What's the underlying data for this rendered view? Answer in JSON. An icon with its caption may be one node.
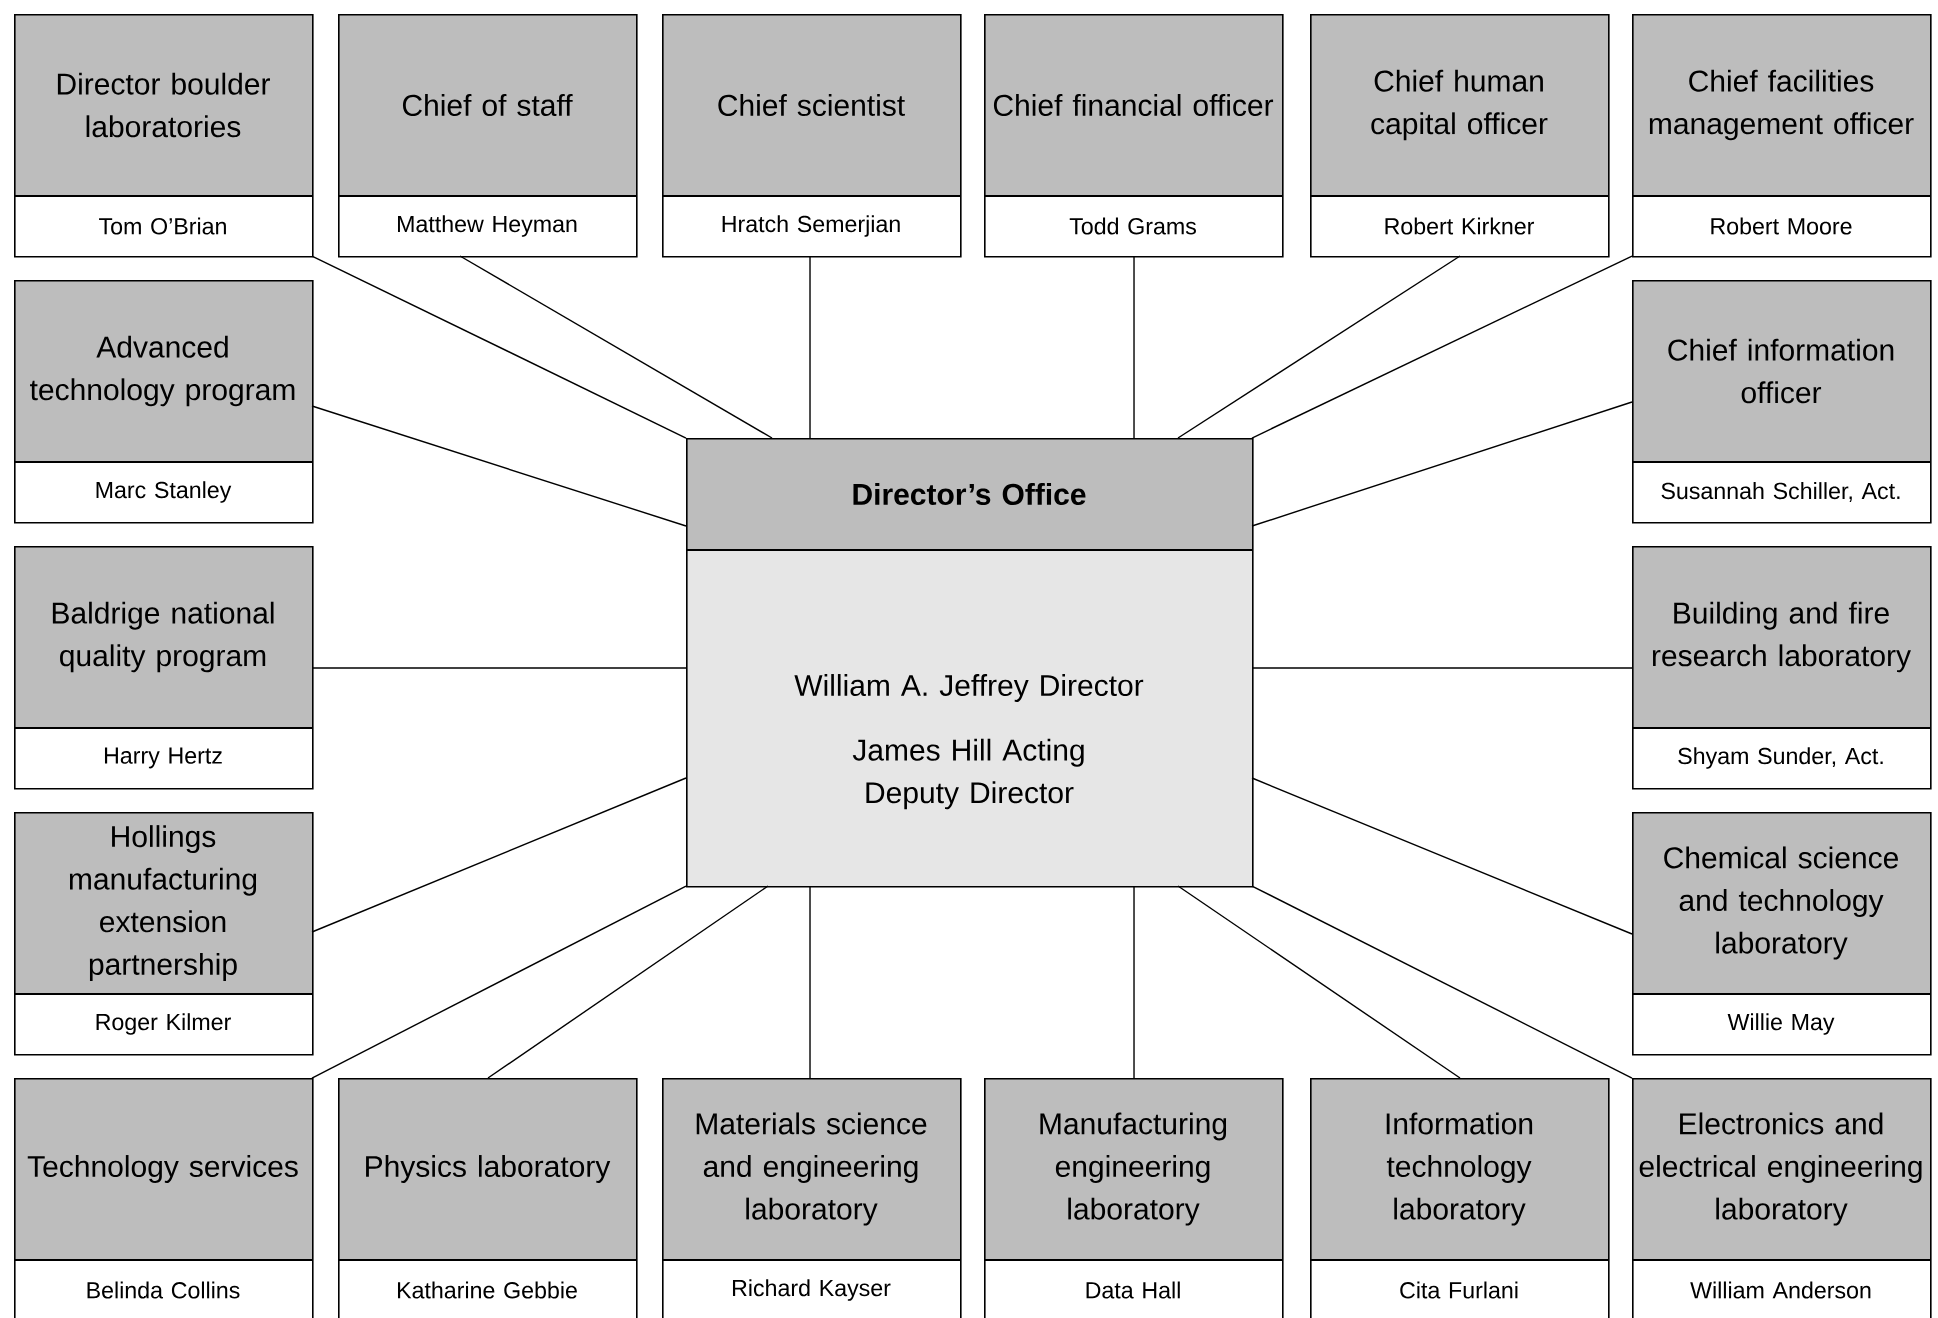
{
  "diagram": {
    "nodes": [
      {
        "text": [
          "Director boulder laboratories",
          "Tom O’Brian"
        ]
      },
      {
        "text": [
          "Chief of staff",
          "Matthew Heyman"
        ]
      },
      {
        "text": [
          "Chief scientist",
          "Hratch Semerjian"
        ]
      },
      {
        "text": [
          "Chief financial officer",
          "Todd Grams"
        ]
      },
      {
        "text": [
          "Chief human capital officer",
          "Robert Kirkner"
        ]
      },
      {
        "text": [
          "Chief facilities management officer",
          "Robert Moore"
        ]
      },
      {
        "text": [
          "Advanced technology program",
          "Marc Stanley"
        ]
      },
      {
        "text": [
          "Director’s Office",
          "William A. Jeffrey Director",
          "James Hill Acting Deputy Director"
        ]
      },
      {
        "text": [
          "Chief information officer",
          "Susannah Schiller, Act."
        ]
      },
      {
        "text": [
          "Baldrige national quality program",
          "Harry Hertz"
        ]
      },
      {
        "text": [
          "Building and fire research laboratory",
          "Shyam Sunder, Act."
        ]
      },
      {
        "text": [
          "Hollings manufacturing extension partnership",
          "Roger Kilmer"
        ]
      },
      {
        "text": [
          "Chemical science and technology laboratory",
          "Willie May"
        ]
      },
      {
        "text": [
          "Technology services",
          "Belinda Collins"
        ]
      },
      {
        "text": [
          "Physics laboratory",
          "Katharine Gebbie"
        ]
      },
      {
        "text": [
          "Materials science and engineering laboratory",
          "Richard Kayser"
        ]
      },
      {
        "text": [
          "Manufacturing engineering laboratory",
          "Data Hall"
        ]
      },
      {
        "text": [
          "Information technology laboratory",
          "Cita Furlani"
        ]
      },
      {
        "text": [
          "Electronics and electrical engineering laboratory",
          "William Anderson"
        ]
      }
    ],
    "edges": [
      {
        "from": 7,
        "to": 0,
        "arrow": "none"
      },
      {
        "from": 7,
        "to": 1,
        "arrow": "none"
      },
      {
        "from": 7,
        "to": 2,
        "arrow": "none"
      },
      {
        "from": 7,
        "to": 3,
        "arrow": "none"
      },
      {
        "from": 7,
        "to": 4,
        "arrow": "none"
      },
      {
        "from": 7,
        "to": 5,
        "arrow": "none"
      },
      {
        "from": 7,
        "to": 6,
        "arrow": "none"
      },
      {
        "from": 7,
        "to": 8,
        "arrow": "none"
      },
      {
        "from": 7,
        "to": 9,
        "arrow": "none"
      },
      {
        "from": 7,
        "to": 10,
        "arrow": "none"
      },
      {
        "from": 7,
        "to": 11,
        "arrow": "none"
      },
      {
        "from": 7,
        "to": 12,
        "arrow": "none"
      },
      {
        "from": 7,
        "to": 13,
        "arrow": "none"
      },
      {
        "from": 7,
        "to": 14,
        "arrow": "none"
      },
      {
        "from": 7,
        "to": 15,
        "arrow": "none"
      },
      {
        "from": 7,
        "to": 16,
        "arrow": "none"
      },
      {
        "from": 7,
        "to": 17,
        "arrow": "none"
      },
      {
        "from": 7,
        "to": 18,
        "arrow": "none"
      }
    ]
  }
}
